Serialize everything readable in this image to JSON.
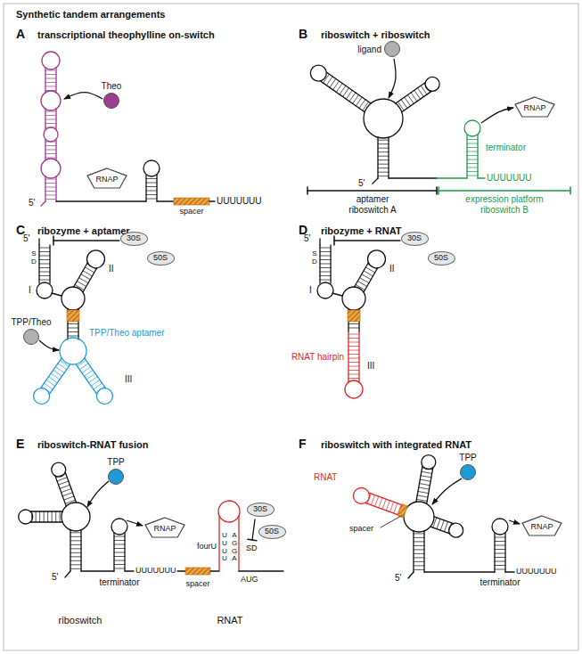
{
  "diagram": {
    "title": "Synthetic tandem arrangements",
    "nodes": [
      {
        "text": [
          "Theo"
        ]
      },
      {
        "text": [
          "RNAP"
        ]
      },
      {
        "text": [
          "ligand"
        ]
      },
      {
        "text": [
          "RNAP"
        ]
      },
      {
        "text": [
          "30S"
        ]
      },
      {
        "text": [
          "50S"
        ]
      },
      {
        "text": [
          "TPP/Theo"
        ]
      },
      {
        "text": [
          "30S"
        ]
      },
      {
        "text": [
          "50S"
        ]
      },
      {
        "text": [
          "TPP"
        ]
      },
      {
        "text": [
          "RNAP"
        ]
      },
      {
        "text": [
          "30S"
        ]
      },
      {
        "text": [
          "50S"
        ]
      },
      {
        "text": [
          "TPP"
        ]
      },
      {
        "text": [
          "RNAP"
        ]
      }
    ],
    "labels": [
      "A",
      "transcriptional theophylline on-switch",
      "5'",
      "spacer",
      "UUUUUUU",
      "B",
      "riboswitch + riboswitch",
      "5'",
      "terminator",
      "UUUUUUU",
      "aptamer riboswitch A",
      "expression platform riboswitch B",
      "C",
      "ribozyme + aptamer",
      "5'",
      "SD",
      "I",
      "II",
      "III",
      "TPP/Theo aptamer",
      "D",
      "ribozyme + RNAT",
      "5'",
      "SD",
      "I",
      "II",
      "III",
      "RNAT hairpin",
      "E",
      "riboswitch-RNAT fusion",
      "5'",
      "terminator",
      "UUUUUUU",
      "spacer",
      "fourU",
      "UUUU",
      "AGGA",
      "SD",
      "AUG",
      "riboswitch",
      "RNAT",
      "F",
      "riboswitch with integrated RNAT",
      "RNAT",
      "spacer",
      "5'",
      "terminator",
      "UUUUUUU"
    ]
  }
}
